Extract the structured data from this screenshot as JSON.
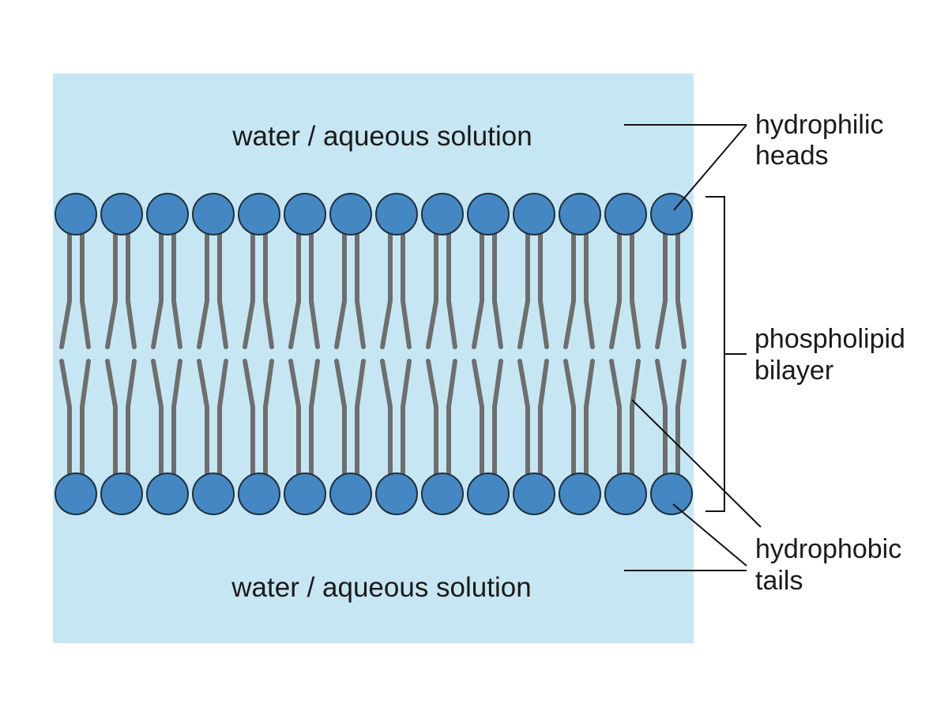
{
  "regions": {
    "top_water": "water / aqueous solution",
    "bottom_water": "water / aqueous solution"
  },
  "labels": {
    "hydrophilic_heads": [
      "hydrophilic",
      "heads"
    ],
    "phospholipid_bilayer": [
      "phospholipid",
      "bilayer"
    ],
    "hydrophobic_tails": [
      "hydrophobic",
      "tails"
    ]
  },
  "bilayer": {
    "phospholipids_per_leaflet": 14,
    "leaflets": 2
  },
  "colors": {
    "water": "#c7e6f3",
    "head_fill": "#4587c2",
    "head_stroke": "#1f2f3f",
    "tail": "#6e6e6e",
    "line": "#111111"
  }
}
